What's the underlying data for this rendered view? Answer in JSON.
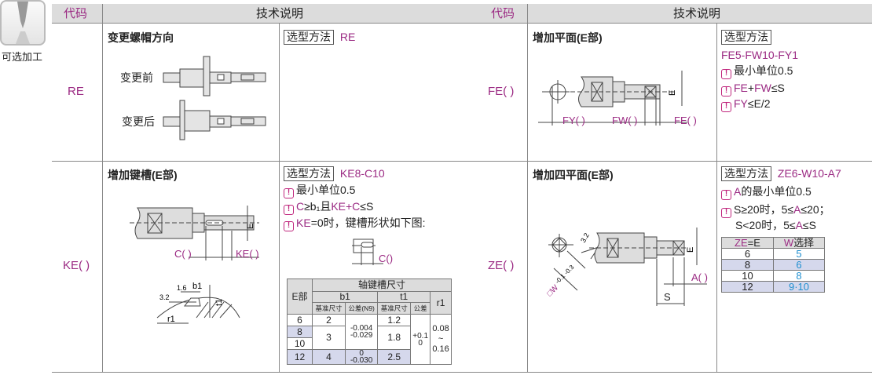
{
  "sidebar": {
    "icon": "drill-icon",
    "label": "可选加工"
  },
  "colors": {
    "accent": "#9b2a83",
    "value_blue": "#1f8fd0",
    "header_gray": "#dcdcdc",
    "row_shade": "#d5d8ec",
    "warn": "#c0267d"
  },
  "left_table": {
    "header": {
      "code": "代码",
      "desc": "技术说明"
    },
    "re": {
      "code": "RE",
      "title": "变更螺帽方向",
      "before": "变更前",
      "after": "变更后",
      "method_label": "选型方法",
      "method_example": "RE"
    },
    "ke": {
      "code": "KE( )",
      "title": "增加键槽(E部)",
      "dim_c": "C( )",
      "dim_ke": "KE( )",
      "dim_e": "E",
      "method_label": "选型方法",
      "method_example": "KE8-C10",
      "notes": [
        {
          "text": "最小单位0.5"
        },
        {
          "pre": "C",
          "mid": "≥b₁且",
          "pur2": "KE+C",
          "post": "≤S"
        },
        {
          "pur": "KE",
          "post": "=0时，键槽形状如下图:"
        }
      ],
      "inset_dim": "C()",
      "detail": {
        "rough1": "3.2",
        "rough2": "1.6",
        "b1": "b1",
        "t1": "t1",
        "r1": "r1"
      },
      "key_table": {
        "title": "轴键槽尺寸",
        "col_e": "E部",
        "col_b1": "b1",
        "col_t1": "t1",
        "col_r1": "r1",
        "sub": [
          "基准尺寸",
          "公差(N9)",
          "基准尺寸",
          "公差"
        ],
        "e": [
          "6",
          "8",
          "10",
          "12"
        ],
        "b1_base": [
          "2",
          "3",
          "4"
        ],
        "b1_tol": [
          [
            "-0.004",
            "-0.029"
          ],
          [
            "0",
            "-0.030"
          ]
        ],
        "t1_base": [
          "1.2",
          "1.8",
          "2.5"
        ],
        "t1_tol": [
          "+0.1",
          "0"
        ],
        "r1": [
          "0.08",
          "~",
          "0.16"
        ]
      }
    }
  },
  "right_table": {
    "header": {
      "code": "代码",
      "desc": "技术说明"
    },
    "fe": {
      "code": "FE( )",
      "title": "增加平面(E部)",
      "dim_fy": "FY( )",
      "dim_fw": "FW( )",
      "dim_fe": "FE( )",
      "dim_e": "E",
      "method_label": "选型方法",
      "method_example": "FE5-FW10-FY1",
      "notes": [
        "最小单位0.5"
      ],
      "note2": {
        "a": "FE",
        "b": "+",
        "c": "FW",
        "d": "≤S"
      },
      "note3": {
        "a": "FY",
        "b": "≤E/2"
      }
    },
    "ze": {
      "code": "ZE( )",
      "title": "增加四平面(E部)",
      "dim_a": "A( )",
      "dim_s": "S",
      "dim_e": "E",
      "dim_w": "□W",
      "dim_w_tol": "-0.1 -0.3",
      "rough": "3.2",
      "method_label": "选型方法",
      "method_example": "ZE6-W10-A7",
      "note1": {
        "a": "A",
        "b": "的最小单位0.5"
      },
      "note2": {
        "a": "S≥20时，5≤",
        "b": "A",
        "c": "≤20；"
      },
      "note3": {
        "a": "S<20时，5≤",
        "b": "A",
        "c": "≤S"
      },
      "w_table": {
        "col_ze": "ZE",
        "col_eq": "=E",
        "col_w": "W",
        "col_w2": "选择",
        "rows": [
          [
            "6",
            "5"
          ],
          [
            "8",
            "6"
          ],
          [
            "10",
            "8"
          ],
          [
            "12",
            "9·10"
          ]
        ]
      }
    }
  }
}
